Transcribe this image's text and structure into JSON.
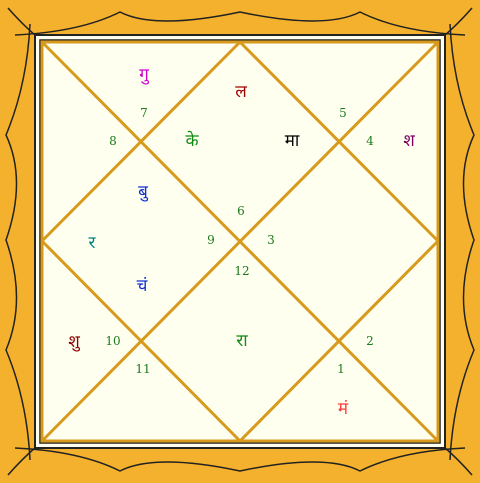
{
  "chart": {
    "colors": {
      "gold": "#F4B12D",
      "line": "#D79A1D",
      "frame": "#222222",
      "panel": "#FFFFF0",
      "house_number": "#1C7A1C"
    },
    "house_numbers": [
      {
        "label": "5"
      },
      {
        "label": "4"
      },
      {
        "label": "7"
      },
      {
        "label": "8"
      },
      {
        "label": "6"
      },
      {
        "label": "9"
      },
      {
        "label": "3"
      },
      {
        "label": "12"
      },
      {
        "label": "10"
      },
      {
        "label": "2"
      },
      {
        "label": "11"
      },
      {
        "label": "1"
      }
    ],
    "planets": [
      {
        "label": "गु",
        "color": "#D000D0"
      },
      {
        "label": "ल",
        "color": "#A00000"
      },
      {
        "label": "के",
        "color": "#118A11"
      },
      {
        "label": "मा",
        "color": "#000000"
      },
      {
        "label": "श",
        "color": "#7A0060"
      },
      {
        "label": "बु",
        "color": "#1030D0"
      },
      {
        "label": "र",
        "color": "#008080"
      },
      {
        "label": "चं",
        "color": "#1030D0"
      },
      {
        "label": "शु",
        "color": "#8B0000"
      },
      {
        "label": "रा",
        "color": "#118A11"
      },
      {
        "label": "मं",
        "color": "#FF3B3B"
      }
    ]
  }
}
